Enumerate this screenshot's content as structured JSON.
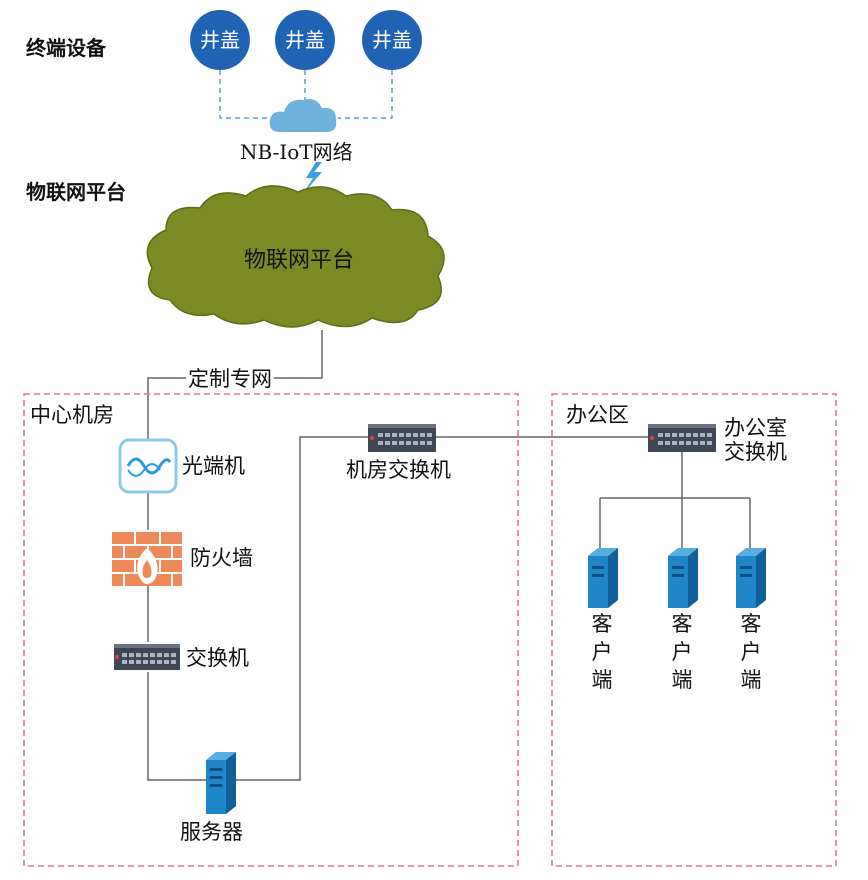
{
  "layer_labels": {
    "terminal": "终端设备",
    "iot_platform": "物联网平台"
  },
  "devices": {
    "manhole_covers": [
      "井盖",
      "井盖",
      "井盖"
    ],
    "network": "NB-IoT网络",
    "cloud": "物联网平台",
    "private_line": "定制专网"
  },
  "center_room": {
    "title": "中心机房",
    "optical_terminal": "光端机",
    "firewall": "防火墙",
    "switch": "交换机",
    "server": "服务器",
    "room_switch": "机房交换机"
  },
  "office": {
    "title": "办公区",
    "office_switch_line1": "办公室",
    "office_switch_line2": "交换机",
    "clients": [
      "客户端",
      "客户端",
      "客户端"
    ]
  },
  "colors": {
    "cover_blue": "#1f63b4",
    "client_blue": "#1e86c9",
    "cloud_olive": "#7b8a22",
    "small_cloud": "#6fb3dc",
    "firewall_orange": "#ee8a5a",
    "dashed_box": "#d87a8c",
    "dashed_link": "#5b9bd5"
  }
}
